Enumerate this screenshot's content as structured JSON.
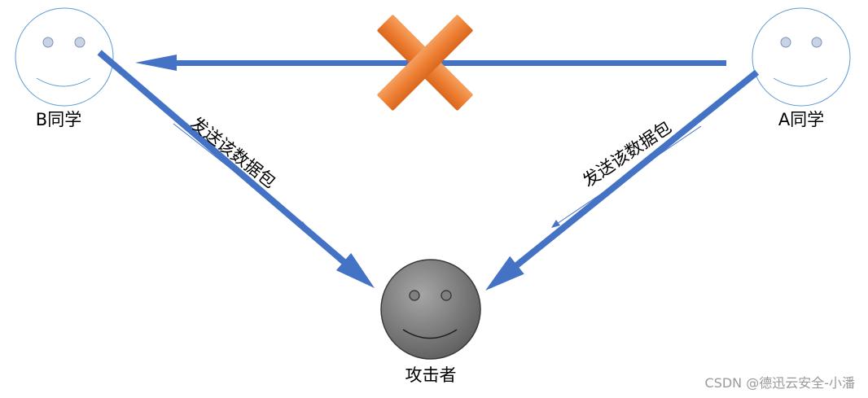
{
  "nodes": {
    "b_student": {
      "label": "B同学"
    },
    "a_student": {
      "label": "A同学"
    },
    "attacker": {
      "label": "攻击者"
    }
  },
  "edges": {
    "a_to_b": {
      "blocked": true
    },
    "b_to_attacker": {
      "label": "发送该数据包"
    },
    "a_to_attacker": {
      "label": "发送该数据包"
    }
  },
  "colors": {
    "arrow": "#4472c4",
    "face_outline": "#5b9bd5",
    "attacker_face": "#808080",
    "cross": "#ed7d31"
  },
  "watermark": "CSDN @德迅云安全-小潘"
}
